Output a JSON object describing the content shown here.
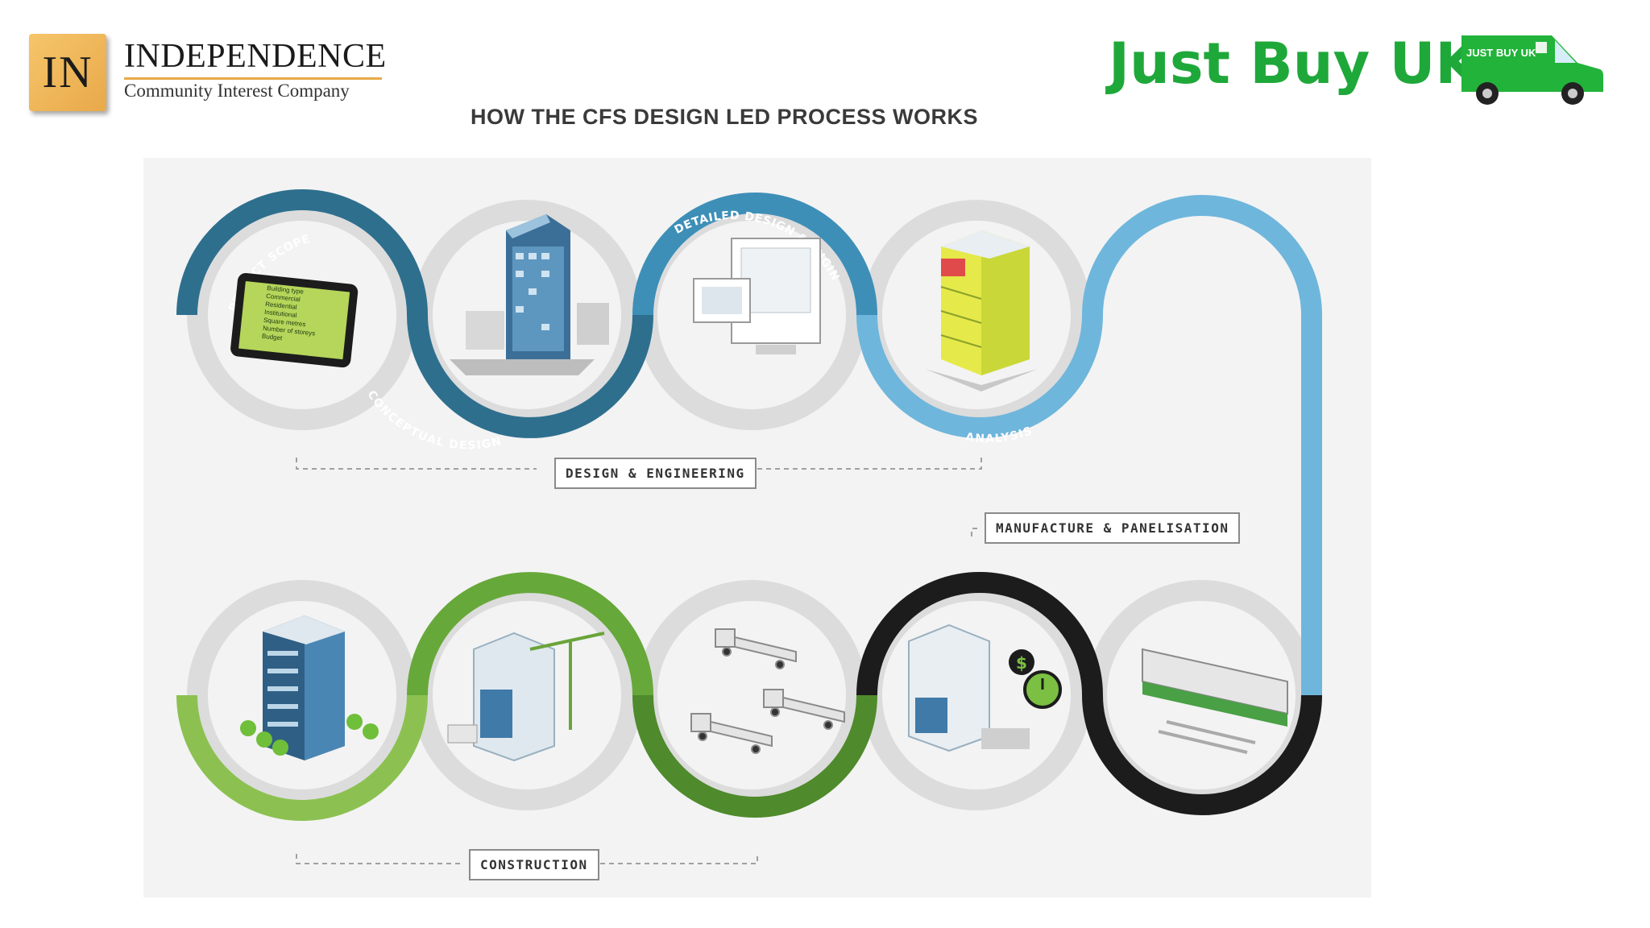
{
  "header": {
    "logo_mark": "IN",
    "org_name": "INDEPENDENCE",
    "org_subtitle": "Community Interest Company",
    "brand_name": "Just Buy UK",
    "van_label": "JUST BUY UK"
  },
  "diagram": {
    "title": "HOW THE CFS DESIGN LED PROCESS WORKS",
    "stages": {
      "design_engineering": "DESIGN & ENGINEERING",
      "manufacture": "MANUFACTURE & PANELISATION",
      "construction": "CONSTRUCTION"
    },
    "steps": {
      "project_scope": "PROJECT SCOPE",
      "conceptual_design": "CONCEPTUAL DESIGN",
      "detailed_design": "DETAILED DESIGN & ENGINEERING",
      "analysis": "ANALYSIS"
    },
    "tablet_checklist": [
      "Building type",
      "Commercial",
      "Residential",
      "Institutional",
      "Square metres",
      "Number of storeys",
      "Budget"
    ],
    "colors": {
      "dark_teal": "#2e6f8e",
      "mid_blue": "#3d8fb8",
      "light_blue": "#6fb6dc",
      "light_green": "#8cc152",
      "mid_green": "#67a83a",
      "dark_green": "#4f8a2c",
      "black": "#1c1c1c",
      "grey_ring": "#dcdcdc"
    }
  }
}
